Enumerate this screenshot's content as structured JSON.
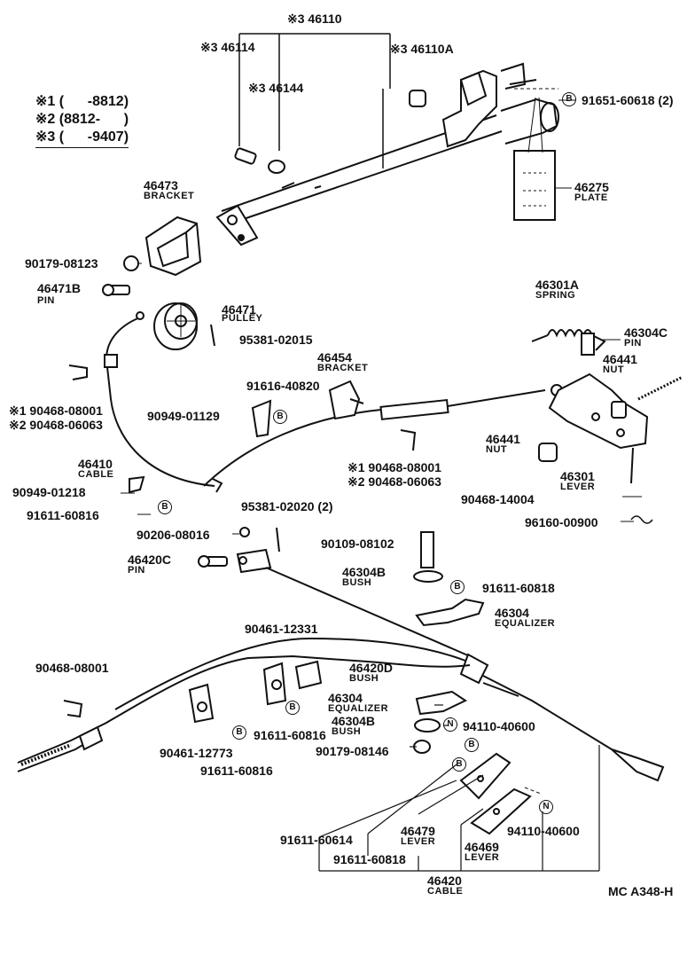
{
  "legend": [
    {
      "mark": "※1",
      "range": "(      -8812)"
    },
    {
      "mark": "※2",
      "range": "(8812-      )"
    },
    {
      "mark": "※3",
      "range": "(      -9407)"
    }
  ],
  "parts": {
    "p46110": "※3 46110",
    "p46114": "※3 46114",
    "p46144": "※3 46144",
    "p46110A": "※3 46110A",
    "p91651": "91651-60618 (2)",
    "p46275": "46275",
    "p46275_name": "PLATE",
    "p46473": "46473",
    "p46473_name": "BRACKET",
    "p90179a": "90179-08123",
    "p46471B": "46471B",
    "p46471B_name": "PIN",
    "p46471": "46471",
    "p46471_name": "PULLEY",
    "p95381a": "95381-02015",
    "p46301A": "46301A",
    "p46301A_name": "SPRING",
    "p46304C": "46304C",
    "p46304C_name": "PIN",
    "p46441a": "46441",
    "p46441a_name": "NUT",
    "p46454": "46454",
    "p46454_name": "BRACKET",
    "p91616": "91616-40820",
    "p90468a1": "※1 90468-08001",
    "p90468a2": "※2 90468-06063",
    "p90949a": "90949-01129",
    "p46441b": "46441",
    "p46441b_name": "NUT",
    "p46410": "46410",
    "p46410_name": "CABLE",
    "p90468b1": "※1 90468-08001",
    "p90468b2": "※2 90468-06063",
    "p46301": "46301",
    "p46301_name": "LEVER",
    "p90949b": "90949-01218",
    "p90468c": "90468-14004",
    "p91611a": "91611-60816",
    "p96160": "96160-00900",
    "p95381b": "95381-02020 (2)",
    "p90206": "90206-08016",
    "p90109": "90109-08102",
    "p46420C": "46420C",
    "p46420C_name": "PIN",
    "p46304B": "46304B",
    "p46304B_name": "BUSH",
    "p91611b": "91611-60818",
    "p46304a": "46304",
    "p46304a_name": "EQUALIZER",
    "p90461a": "90461-12331",
    "p90468d": "90468-08001",
    "p46420D": "46420D",
    "p46420D_name": "BUSH",
    "p46304b": "46304",
    "p46304b_name": "EQUALIZER",
    "p46304Bb": "46304B",
    "p46304Bb_name": "BUSH",
    "p94110a": "94110-40600",
    "p91611c": "91611-60816",
    "p90179b": "90179-08146",
    "p90461b": "90461-12773",
    "p91611d": "91611-60816",
    "p91611e": "91611-60614",
    "p46479": "46479",
    "p46479_name": "LEVER",
    "p94110b": "94110-40600",
    "p46469": "46469",
    "p46469_name": "LEVER",
    "p91611f": "91611-60818",
    "p46420": "46420",
    "p46420_name": "CABLE",
    "code": "MC A348-H"
  },
  "marks": {
    "b": "B",
    "n": "N"
  }
}
